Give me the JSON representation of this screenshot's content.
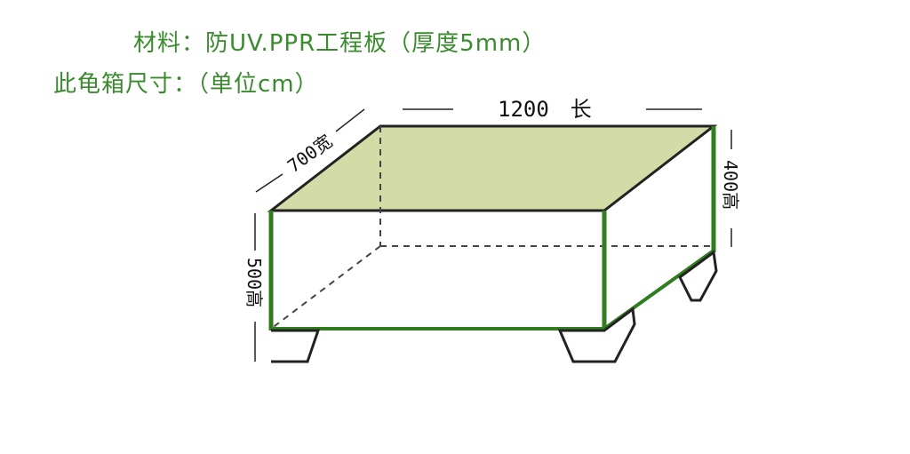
{
  "caption": {
    "material": "材料：防UV.PPR工程板（厚度5mm）",
    "dimensions_title": "此龟箱尺寸：（单位cm）"
  },
  "dimensions": {
    "length_label": "1200　长",
    "width_label": "700宽",
    "front_height_label": "500高",
    "back_height_label": "400高"
  },
  "colors": {
    "caption_text": "#3a8a2e",
    "edge_green": "#2f7d1f",
    "top_fill": "#d3dca6",
    "line_dark": "#222222",
    "dash": "#444444"
  }
}
